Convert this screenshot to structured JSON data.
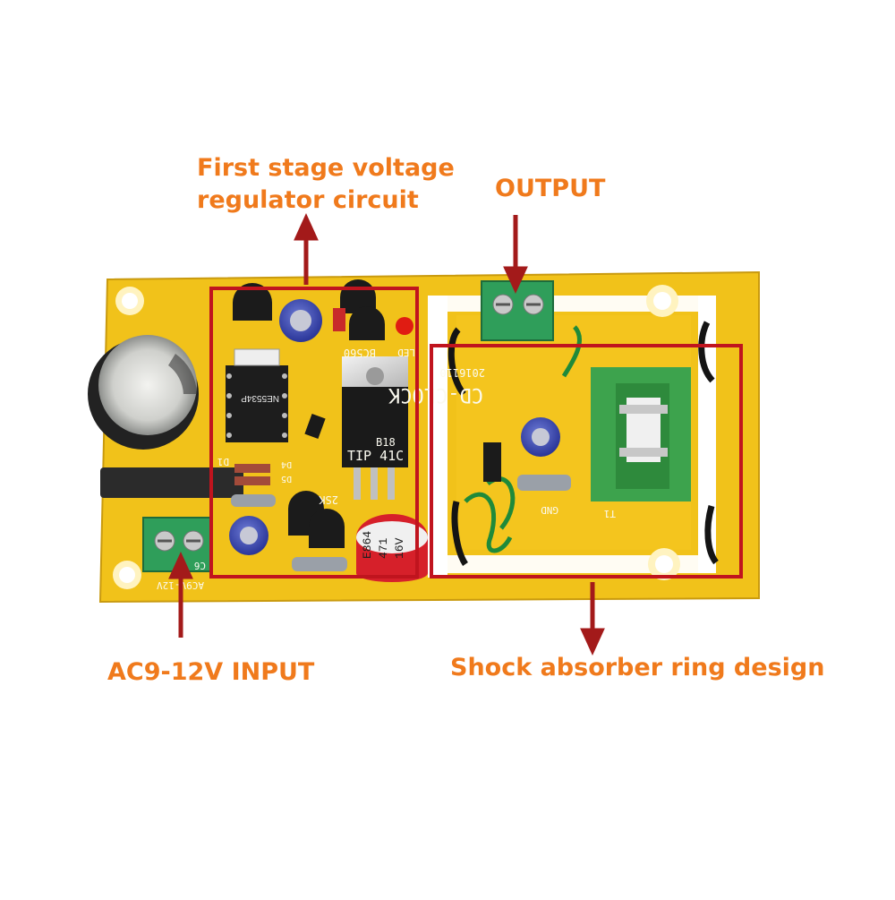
{
  "annotations": {
    "first_stage": [
      "First stage voltage",
      "regulator circuit"
    ],
    "output": "OUTPUT",
    "input": "AC9-12V INPUT",
    "shock": "Shock absorber ring design"
  },
  "board_markings": {
    "brand": "CD-CLOCK",
    "date": "2016110",
    "transistor_main": "TIP 41C",
    "transistor_sub": "B18",
    "ic": "NE5534P",
    "bc": "BC560",
    "led": "LED",
    "k25": "2SK",
    "cap_value": "471",
    "cap_voltage": "16V",
    "cap_code": "E864",
    "gnd": "GND",
    "t1": "T1",
    "c6": "C6",
    "d1": "D1",
    "d4": "D4",
    "d5": "D5",
    "input_mark": "AC9V-12V"
  },
  "colors": {
    "label": "#f07a1c",
    "box": "#c0141e",
    "arrow": "#a31a1a",
    "pcb": "#f1c21a",
    "pcb_dark": "#d9a812"
  }
}
